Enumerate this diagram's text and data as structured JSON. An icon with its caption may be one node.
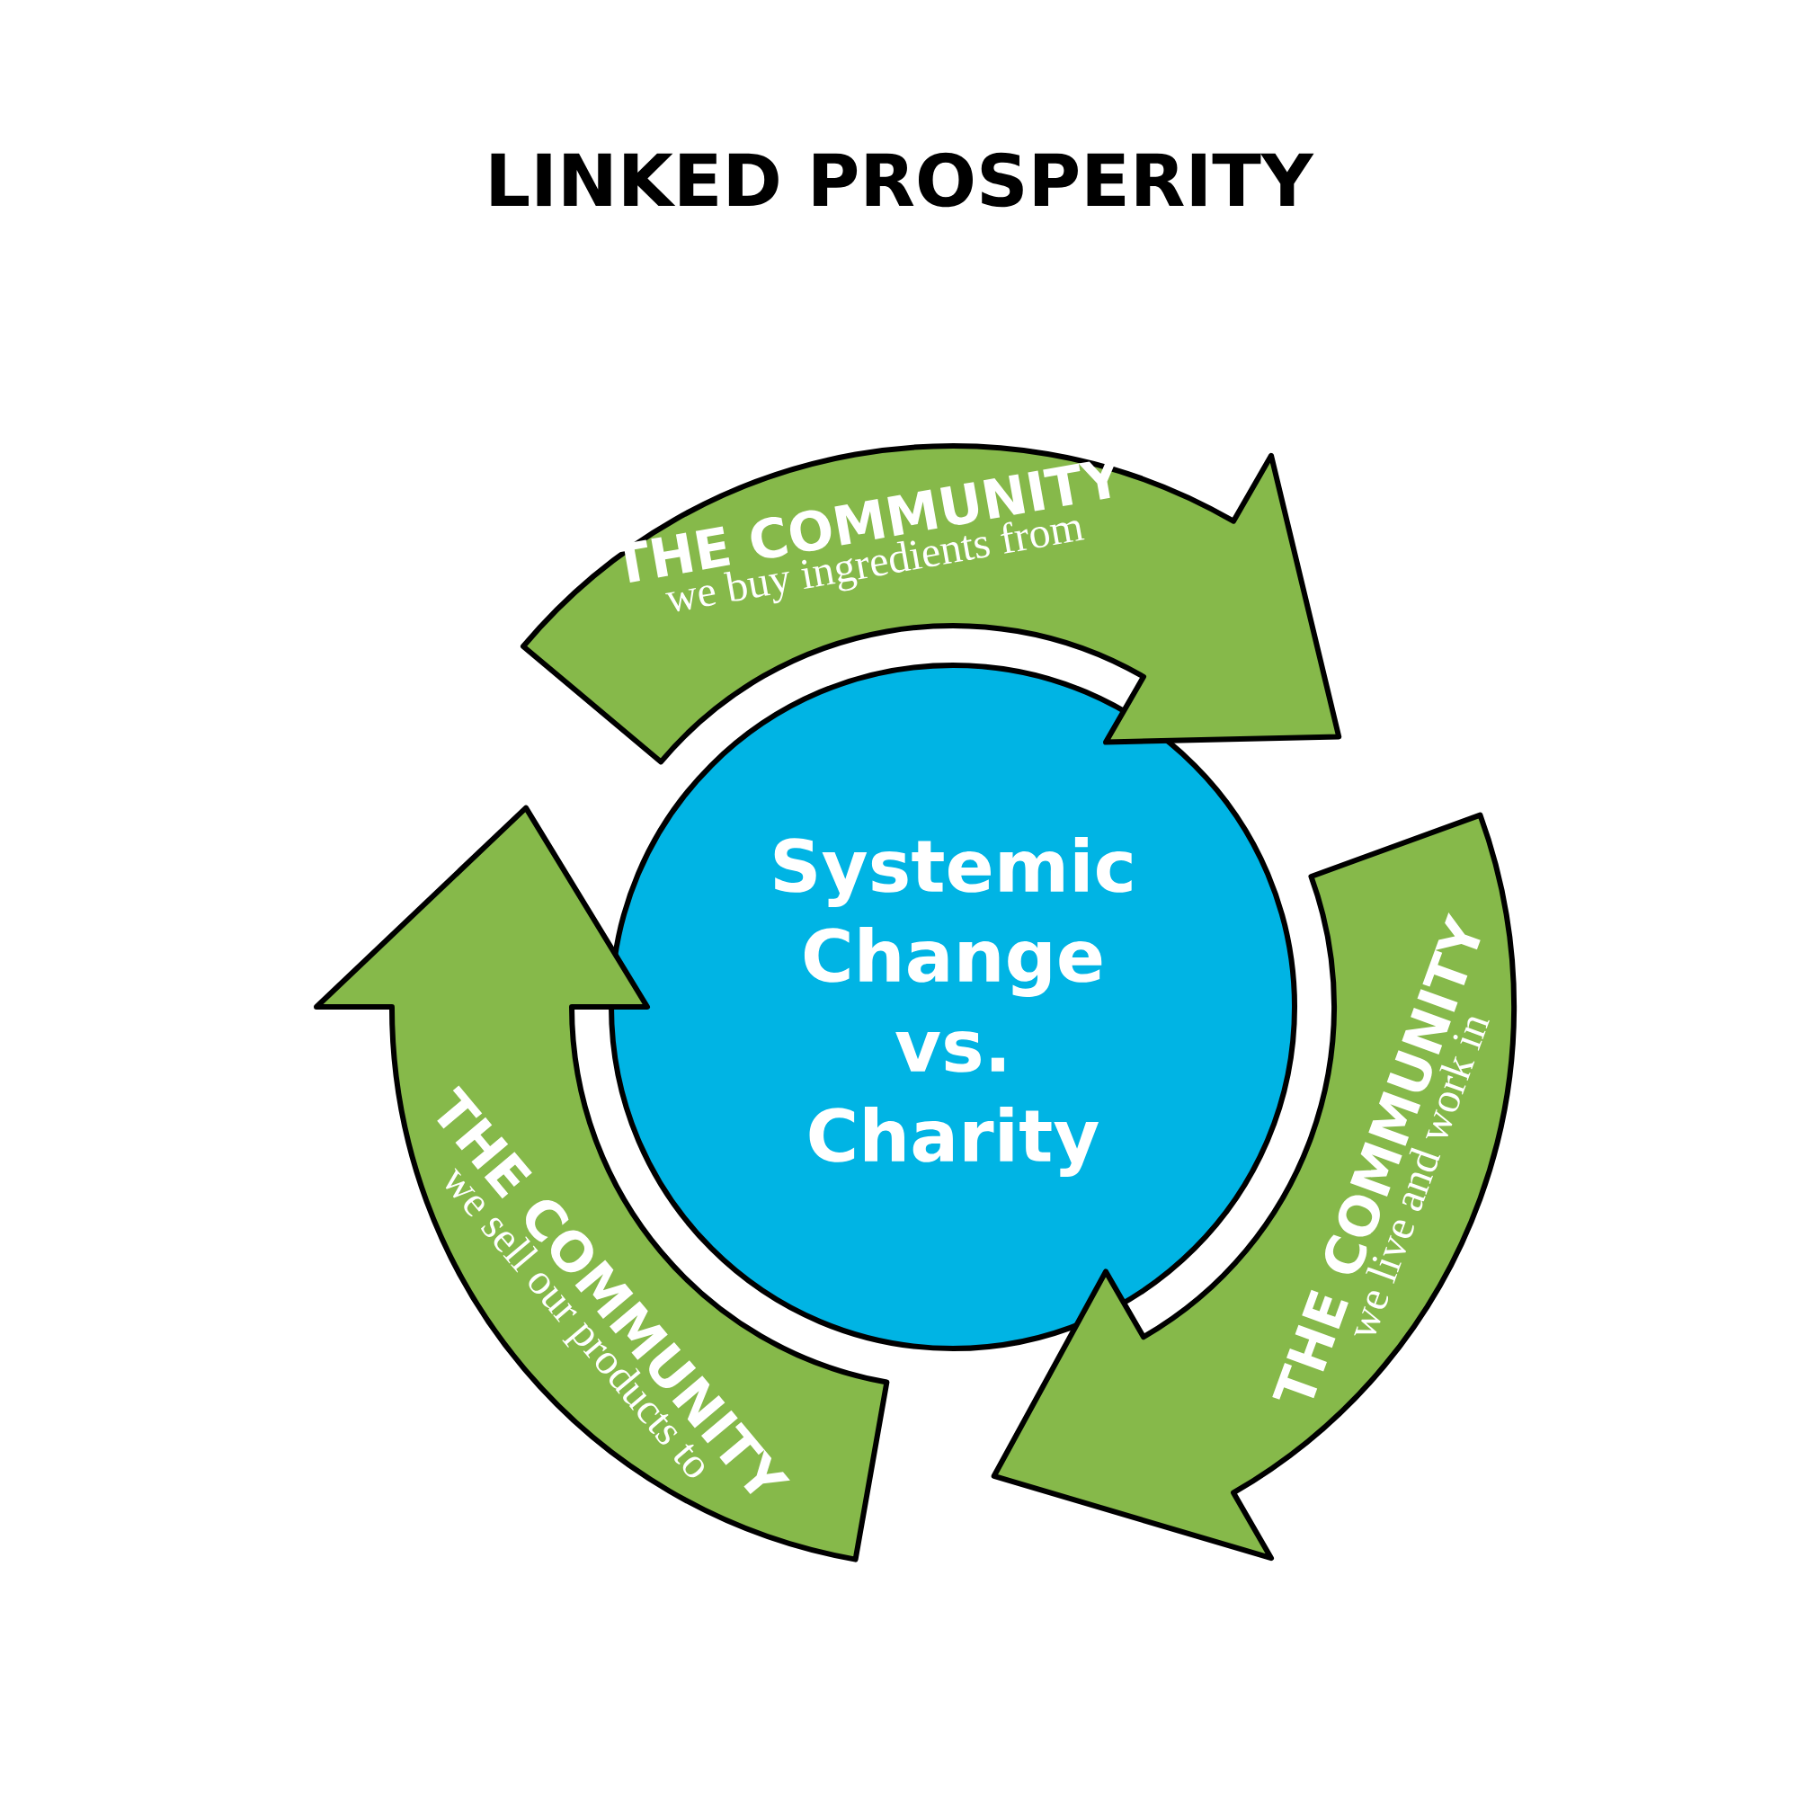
{
  "diagram": {
    "title": "LINKED PROSPERITY",
    "nodes": [
      {
        "text": [
          "Systemic Change vs. Charity"
        ]
      },
      {
        "text": [
          "THE COMMUNITY",
          "we buy ingredients from"
        ]
      },
      {
        "text": [
          "THE COMMUNITY",
          "we live and work in"
        ]
      },
      {
        "text": [
          "THE COMMUNITY",
          "we sell our products to"
        ]
      }
    ]
  }
}
